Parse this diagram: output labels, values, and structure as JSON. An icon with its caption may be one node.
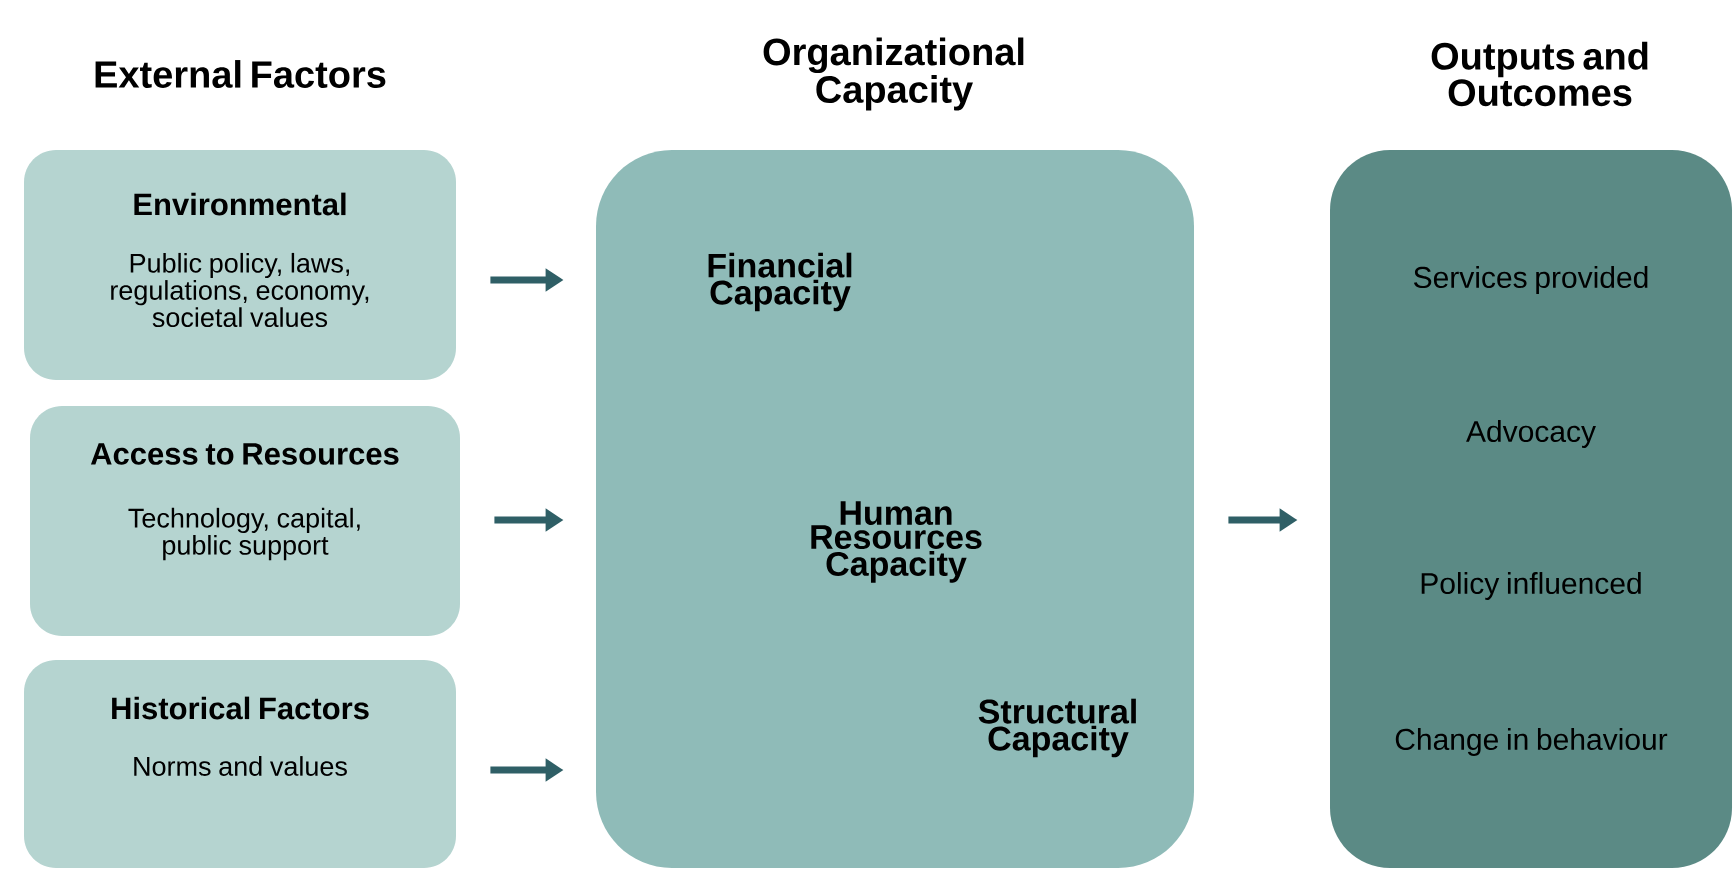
{
  "diagram": {
    "nodes": [
      {
        "text": [
          "Environmental",
          "Public policy, laws, regulations, economy, societal values"
        ]
      },
      {
        "text": [
          "Access to Resources",
          "Technology, capital, public support"
        ]
      },
      {
        "text": [
          "Historical Factors",
          "Norms and values"
        ]
      },
      {
        "text": [
          "Organizational Capacity",
          "Financial Capacity",
          "Human Resources Capacity",
          "Structural Capacity"
        ]
      },
      {
        "text": [
          "Outputs and Outcomes",
          "Services provided",
          "Advocacy",
          "Policy influenced",
          "Change in behaviour"
        ]
      }
    ],
    "edges": [
      {
        "from": 0,
        "to": 3,
        "arrow": "to"
      },
      {
        "from": 1,
        "to": 3,
        "arrow": "to"
      },
      {
        "from": 2,
        "to": 3,
        "arrow": "to"
      },
      {
        "from": 3,
        "to": 4,
        "arrow": "to"
      }
    ],
    "labels": [
      "External Factors"
    ]
  }
}
